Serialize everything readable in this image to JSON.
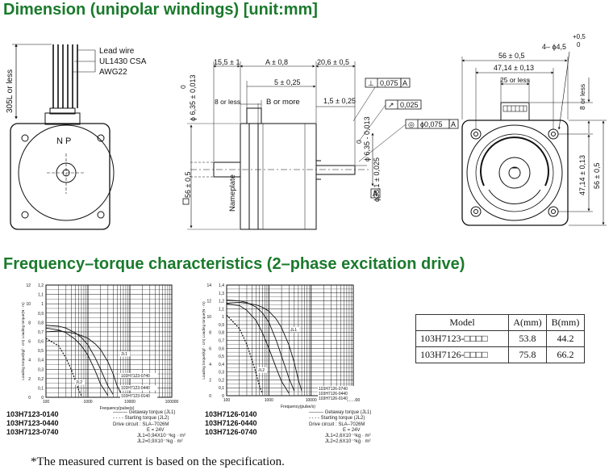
{
  "titles": {
    "dimension": "Dimension (unipolar windings) [unit:mm]",
    "frequency": "Frequency–torque characteristics (2–phase excitation drive)"
  },
  "dimension_labels": {
    "lead_wire": "Lead wire",
    "ul": "UL1430 CSA",
    "awg": "AWG22",
    "length_305": "305L or less",
    "np": "N P",
    "dim_15_5": "15,5 ± 1",
    "dim_a": "A ± 0,8",
    "dim_20_6": "20,6 ± 0,5",
    "dim_5": "5 ± 0,25",
    "dim_8_or_less": "8 or less",
    "dim_b": "B or more",
    "dim_1_5": "1,5 ± 0,25",
    "shaft_front_a": "0",
    "shaft_front_b": "ϕ 6,35 ± 0,013",
    "shaft_side_a": "0",
    "shaft_side_b": "ϕ 6,35 - 0,013",
    "perp": "⊥",
    "tol_075": "0,075",
    "ref_a": "A",
    "arrow_sym": "↗",
    "tol_025": "0,025",
    "circ_sym": "◎",
    "tol_phi075": "ϕ0,075",
    "dim_38_1": "ϕ38,1 ± 0,025",
    "sq_56": "56 ± 0,5",
    "nameplate": "Nameplate",
    "dim_56": "56 ± 0,5",
    "dim_47_14": "47,14 ± 0,13",
    "dim_25": "25 or less",
    "holes": "4– ϕ4,5",
    "holes_tol_top": "+0,5",
    "holes_tol_bot": "0",
    "dim_8_right": "8 or less",
    "dim_47_14_v": "47,14 ± 0,13",
    "dim_56_v": "56 ± 0,5"
  },
  "chart_data": [
    {
      "type": "line",
      "title": "",
      "xlabel": "Frequency(pulse/s)",
      "ylabel": "Loading torque(kgf · cm)   Loading torque(N · m)",
      "x_scale": "log",
      "xlim": [
        100,
        100000
      ],
      "ylim": [
        0,
        1.2
      ],
      "x_ticks": [
        "100",
        "1000",
        "10000",
        "100000"
      ],
      "y_ticks": [
        "0",
        "0,1",
        "0,2",
        "0,3",
        "0,4",
        "0,5",
        "0,6",
        "0,7",
        "0,8",
        "0,9",
        "1",
        "1,1",
        "1,2"
      ],
      "y2_ticks": [
        "0",
        "2",
        "4",
        "6",
        "8",
        "10",
        "12"
      ],
      "annotations": [
        "JL1",
        "JL2",
        "103H7123-0740",
        "103H7123-0440",
        "103H7123-0140"
      ],
      "series": [
        {
          "name": "103H7123-0140",
          "x": [
            100,
            200,
            300,
            500,
            700,
            1000,
            1500,
            2000,
            3000
          ],
          "y": [
            0.74,
            0.72,
            0.69,
            0.62,
            0.55,
            0.45,
            0.28,
            0.14,
            0.02
          ]
        },
        {
          "name": "103H7123-0440",
          "x": [
            100,
            200,
            300,
            500,
            700,
            1000,
            1500,
            2000,
            3000,
            4000
          ],
          "y": [
            0.77,
            0.76,
            0.74,
            0.69,
            0.64,
            0.56,
            0.42,
            0.3,
            0.12,
            0.03
          ]
        },
        {
          "name": "103H7123-0740",
          "x": [
            100,
            200,
            300,
            500,
            700,
            1000,
            1500,
            2000,
            3000,
            4000,
            5000,
            6000
          ],
          "y": [
            0.7,
            0.71,
            0.7,
            0.68,
            0.66,
            0.63,
            0.57,
            0.51,
            0.38,
            0.25,
            0.12,
            0.05
          ]
        },
        {
          "name": "Starting torque",
          "style": "dashed",
          "x": [
            100,
            200,
            300,
            400,
            500,
            600,
            700
          ],
          "y": [
            0.63,
            0.55,
            0.42,
            0.3,
            0.18,
            0.08,
            0.02
          ]
        }
      ]
    },
    {
      "type": "line",
      "title": "",
      "xlabel": "Frequency(pulse/s)",
      "ylabel": "Loading torque(kgf · cm)   Loading torque(N · m)",
      "x_scale": "log",
      "xlim": [
        100,
        100000
      ],
      "ylim": [
        0,
        1.4
      ],
      "x_ticks": [
        "100",
        "1000",
        "10000",
        "100000"
      ],
      "y_ticks": [
        "0",
        "0,1",
        "0,2",
        "0,3",
        "0,4",
        "0,5",
        "0,6",
        "0,7",
        "0,8",
        "0,9",
        "1",
        "1,1",
        "1,2",
        "1,3",
        "1,4"
      ],
      "y2_ticks": [
        "0",
        "2",
        "4",
        "6",
        "8",
        "10",
        "12",
        "14"
      ],
      "annotations": [
        "JL1",
        "JL2",
        "103H7126-0740",
        "103H7126-0440",
        "103H7126-0140"
      ],
      "series": [
        {
          "name": "103H7126-0140",
          "x": [
            100,
            200,
            300,
            500,
            700,
            1000,
            1500,
            2000,
            3000
          ],
          "y": [
            1.16,
            1.14,
            1.08,
            0.95,
            0.8,
            0.6,
            0.35,
            0.18,
            0.03
          ]
        },
        {
          "name": "103H7126-0440",
          "x": [
            100,
            200,
            300,
            500,
            700,
            1000,
            1500,
            2000,
            3000,
            4000
          ],
          "y": [
            1.21,
            1.2,
            1.18,
            1.12,
            1.05,
            0.93,
            0.7,
            0.5,
            0.22,
            0.06
          ]
        },
        {
          "name": "103H7126-0740",
          "x": [
            100,
            200,
            300,
            500,
            700,
            1000,
            1500,
            2000,
            3000,
            4000,
            5000,
            6000
          ],
          "y": [
            1.17,
            1.18,
            1.17,
            1.15,
            1.12,
            1.07,
            0.97,
            0.86,
            0.64,
            0.42,
            0.2,
            0.06
          ]
        },
        {
          "name": "Starting torque",
          "style": "dashed",
          "x": [
            100,
            200,
            300,
            400,
            500,
            600,
            700
          ],
          "y": [
            1.02,
            0.85,
            0.65,
            0.45,
            0.28,
            0.12,
            0.03
          ]
        }
      ]
    }
  ],
  "chart1": {
    "part_numbers": [
      "103H7123-0140",
      "103H7123-0440",
      "103H7123-0740"
    ],
    "legend": [
      "——— Getaway torque  (JL1)",
      "- - - - Starting torque  (JL2)",
      "Drive circuit : SLA–7026M",
      "E = 24V",
      "JL1=0,94X10⁻⁵kg · m²",
      "JL2=0,9X10⁻⁵kg · m²"
    ]
  },
  "chart2": {
    "part_numbers": [
      "103H7126-0140",
      "103H7126-0440",
      "103H7126-0740"
    ],
    "legend": [
      "——— Getaway torque  (JL1)",
      "- - - - Starting torque  (JL2)",
      "Drive circuit : SLA–7026M",
      "E = 24V",
      "JL1=2,6X10⁻⁵kg · m²",
      "JL2=2,6X10⁻⁵kg · m²"
    ]
  },
  "model_table": {
    "headers": [
      "Model",
      "A(mm)",
      "B(mm)"
    ],
    "rows": [
      [
        "103H7123-□□□□",
        "53.8",
        "44.2"
      ],
      [
        "103H7126-□□□□",
        "75.8",
        "66.2"
      ]
    ]
  },
  "footnote": "*The measured current is based on the specification."
}
